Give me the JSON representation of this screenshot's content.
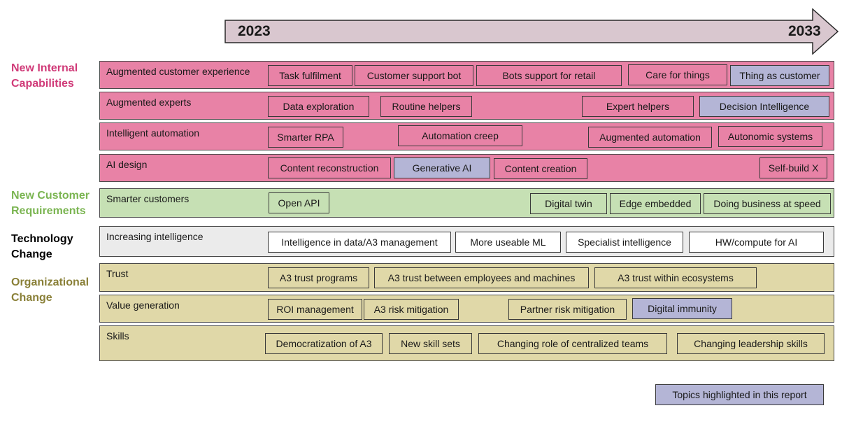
{
  "timeline": {
    "start": "2023",
    "end": "2033"
  },
  "groups": {
    "internal": "New Internal Capabilities",
    "customer": "New Customer Requirements",
    "technology": "Technology Change",
    "organizational": "Organizational Change"
  },
  "colors": {
    "pink_band": "#e882a6",
    "green_band": "#c6e0b4",
    "gray_band": "#ebebeb",
    "tan_band": "#e0d8a8",
    "highlight": "#b4b5d6",
    "arrow_fill": "#d9c7cf",
    "internal_label": "#d03a78",
    "customer_label": "#7bb552",
    "technology_label": "#000000",
    "organizational_label": "#8a8038"
  },
  "rows": [
    {
      "label": "Augmented customer experience",
      "chips": [
        "Task fulfilment",
        "Customer support bot",
        "Bots support for retail",
        "Care for things",
        "Thing as customer"
      ]
    },
    {
      "label": "Augmented experts",
      "chips": [
        "Data exploration",
        "Routine helpers",
        "Expert helpers",
        "Decision Intelligence"
      ]
    },
    {
      "label": "Intelligent automation",
      "chips": [
        "Smarter RPA",
        "Automation creep",
        "Augmented automation",
        "Autonomic systems"
      ]
    },
    {
      "label": "AI design",
      "chips": [
        "Content reconstruction",
        "Generative AI",
        "Content creation",
        "Self-build X"
      ]
    },
    {
      "label": "Smarter customers",
      "chips": [
        "Open API",
        "Digital twin",
        "Edge embedded",
        "Doing business at speed"
      ]
    },
    {
      "label": "Increasing intelligence",
      "chips": [
        "Intelligence in data/A3 management",
        "More useable ML",
        "Specialist intelligence",
        "HW/compute for AI"
      ]
    },
    {
      "label": "Trust",
      "chips": [
        "A3 trust programs",
        "A3 trust between employees and machines",
        "A3 trust within ecosystems"
      ]
    },
    {
      "label": "Value generation",
      "chips": [
        "ROI management",
        "A3 risk mitigation",
        "Partner risk mitigation",
        "Digital immunity"
      ]
    },
    {
      "label": "Skills",
      "chips": [
        "Democratization of A3",
        "New skill sets",
        "Changing role of centralized teams",
        "Changing leadership skills"
      ]
    }
  ],
  "legend": "Topics highlighted in this report"
}
